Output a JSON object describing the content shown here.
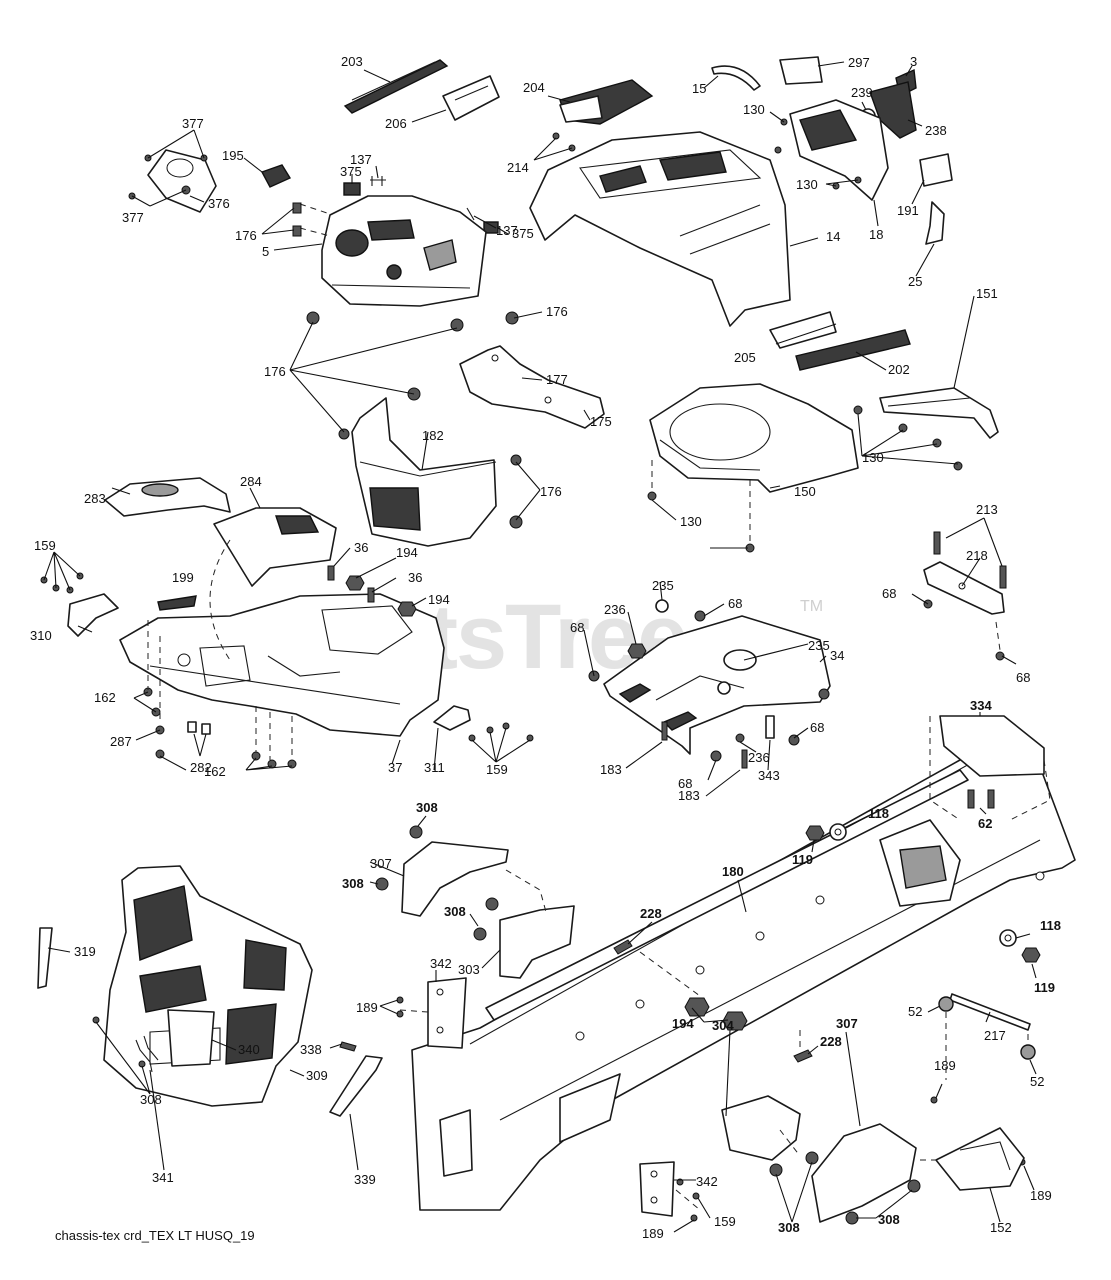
{
  "diagram": {
    "watermark": "PartsTree",
    "watermark_tm": "TM",
    "caption": "chassis-tex crd_TEX LT HUSQ_19",
    "callouts": {
      "c203": "203",
      "c206": "206",
      "c204": "204",
      "c214": "214",
      "c15": "15",
      "c297": "297",
      "c3": "3",
      "c239": "239",
      "c238": "238",
      "c130_a": "130",
      "c130_b": "130",
      "c191": "191",
      "c18": "18",
      "c25": "25",
      "c14": "14",
      "c377_a": "377",
      "c377_b": "377",
      "c376": "376",
      "c195": "195",
      "c375_a": "375",
      "c137_a": "137",
      "c137_b": "137",
      "c375_b": "375",
      "c176_a": "176",
      "c176_b": "176",
      "c5": "5",
      "c176_c": "176",
      "c205": "205",
      "c202": "202",
      "c177": "177",
      "c175": "175",
      "c182": "182",
      "c176_d": "176",
      "c151": "151",
      "c130_c": "130",
      "c150": "150",
      "c130_d": "130",
      "c283": "283",
      "c284": "284",
      "c159_a": "159",
      "c36_a": "36",
      "c194_a": "194",
      "c36_b": "36",
      "c194_b": "194",
      "c199": "199",
      "c310": "310",
      "c235_a": "235",
      "c236_a": "236",
      "c68_a": "68",
      "c68_b": "68",
      "c235_b": "235",
      "c34": "34",
      "c213": "213",
      "c218": "218",
      "c68_c": "68",
      "c68_d": "68",
      "c162_a": "162",
      "c287": "287",
      "c282": "282",
      "c162_b": "162",
      "c37": "37",
      "c311": "311",
      "c159_b": "159",
      "c68_e": "68",
      "c183_a": "183",
      "c236_b": "236",
      "c68_f": "68",
      "c343": "343",
      "c183_b": "183",
      "c334": "334",
      "c62": "62",
      "c308_a": "308",
      "c307_a": "307",
      "c308_b": "308",
      "c118_a": "118",
      "c119_a": "119",
      "c180": "180",
      "c308_c": "308",
      "c228_a": "228",
      "c303": "303",
      "c342_a": "342",
      "c189_a": "189",
      "c319": "319",
      "c194_c": "194",
      "c118_b": "118",
      "c119_b": "119",
      "c52_a": "52",
      "c217": "217",
      "c52_b": "52",
      "c228_b": "228",
      "c309": "309",
      "c308_d": "308",
      "c340": "340",
      "c341": "341",
      "c338": "338",
      "c339": "339",
      "c304": "304",
      "c307_b": "307",
      "c189_b": "189",
      "c342_b": "342",
      "c159_c": "159",
      "c189_c": "189",
      "c308_e": "308",
      "c308_f": "308",
      "c152": "152",
      "c189_d": "189"
    }
  }
}
